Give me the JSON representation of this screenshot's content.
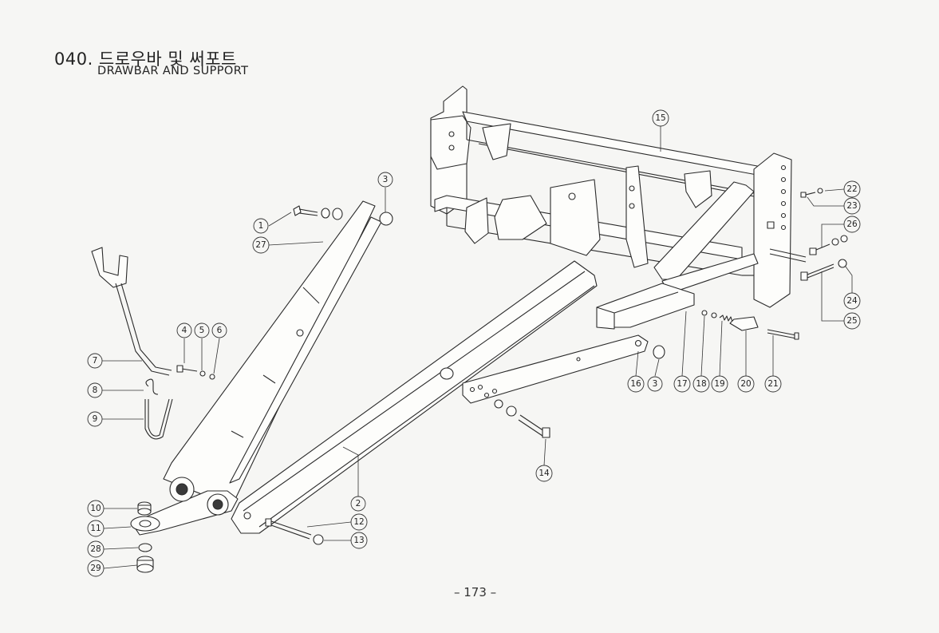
{
  "header": {
    "section_title": "040. 드로우바 및 써포트",
    "section_subtitle": "DRAWBAR AND SUPPORT"
  },
  "footer": {
    "page_number": "– 173 –"
  },
  "callouts": [
    {
      "id": "1",
      "label": "1"
    },
    {
      "id": "2",
      "label": "2"
    },
    {
      "id": "3a",
      "label": "3"
    },
    {
      "id": "3b",
      "label": "3"
    },
    {
      "id": "4",
      "label": "4"
    },
    {
      "id": "5",
      "label": "5"
    },
    {
      "id": "6",
      "label": "6"
    },
    {
      "id": "7",
      "label": "7"
    },
    {
      "id": "8",
      "label": "8"
    },
    {
      "id": "9",
      "label": "9"
    },
    {
      "id": "10",
      "label": "10"
    },
    {
      "id": "11",
      "label": "11"
    },
    {
      "id": "12",
      "label": "12"
    },
    {
      "id": "13",
      "label": "13"
    },
    {
      "id": "14",
      "label": "14"
    },
    {
      "id": "15",
      "label": "15"
    },
    {
      "id": "16",
      "label": "16"
    },
    {
      "id": "17",
      "label": "17"
    },
    {
      "id": "18",
      "label": "18"
    },
    {
      "id": "19",
      "label": "19"
    },
    {
      "id": "20",
      "label": "20"
    },
    {
      "id": "21",
      "label": "21"
    },
    {
      "id": "22",
      "label": "22"
    },
    {
      "id": "23",
      "label": "23"
    },
    {
      "id": "24",
      "label": "24"
    },
    {
      "id": "25",
      "label": "25"
    },
    {
      "id": "26",
      "label": "26"
    },
    {
      "id": "27",
      "label": "27"
    },
    {
      "id": "28",
      "label": "28"
    },
    {
      "id": "29",
      "label": "29"
    }
  ]
}
